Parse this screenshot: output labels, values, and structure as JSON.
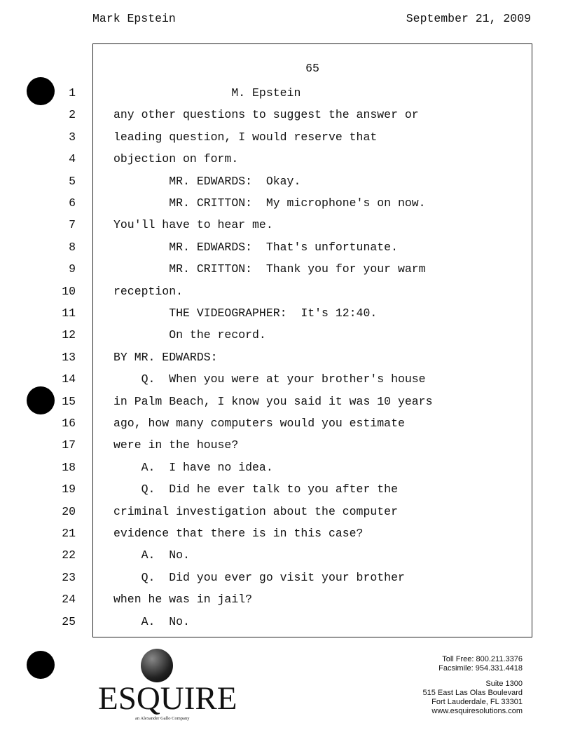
{
  "header": {
    "witness": "Mark Epstein",
    "date": "September 21, 2009"
  },
  "page_number": "65",
  "lines": [
    {
      "n": "1",
      "text": "                 M. Epstein"
    },
    {
      "n": "2",
      "text": "any other questions to suggest the answer or"
    },
    {
      "n": "3",
      "text": "leading question, I would reserve that"
    },
    {
      "n": "4",
      "text": "objection on form."
    },
    {
      "n": "5",
      "text": "        MR. EDWARDS:  Okay."
    },
    {
      "n": "6",
      "text": "        MR. CRITTON:  My microphone's on now."
    },
    {
      "n": "7",
      "text": "You'll have to hear me."
    },
    {
      "n": "8",
      "text": "        MR. EDWARDS:  That's unfortunate."
    },
    {
      "n": "9",
      "text": "        MR. CRITTON:  Thank you for your warm"
    },
    {
      "n": "10",
      "text": "reception."
    },
    {
      "n": "11",
      "text": "        THE VIDEOGRAPHER:  It's 12:40."
    },
    {
      "n": "12",
      "text": "        On the record."
    },
    {
      "n": "13",
      "text": "BY MR. EDWARDS:"
    },
    {
      "n": "14",
      "text": "    Q.  When you were at your brother's house"
    },
    {
      "n": "15",
      "text": "in Palm Beach, I know you said it was 10 years"
    },
    {
      "n": "16",
      "text": "ago, how many computers would you estimate"
    },
    {
      "n": "17",
      "text": "were in the house?"
    },
    {
      "n": "18",
      "text": "    A.  I have no idea."
    },
    {
      "n": "19",
      "text": "    Q.  Did he ever talk to you after the"
    },
    {
      "n": "20",
      "text": "criminal investigation about the computer"
    },
    {
      "n": "21",
      "text": "evidence that there is in this case?"
    },
    {
      "n": "22",
      "text": "    A.  No."
    },
    {
      "n": "23",
      "text": "    Q.  Did you ever go visit your brother"
    },
    {
      "n": "24",
      "text": "when he was in jail?"
    },
    {
      "n": "25",
      "text": "    A.  No."
    }
  ],
  "footer": {
    "brand": "ESQUIRE",
    "tagline": "an Alexander Gallo Company",
    "toll_free": "Toll Free: 800.211.3376",
    "fax": "Facsimile: 954.331.4418",
    "suite": "Suite 1300",
    "street": "515 East Las Olas Boulevard",
    "city": "Fort Lauderdale, FL 33301",
    "web": "www.esquiresolutions.com"
  }
}
